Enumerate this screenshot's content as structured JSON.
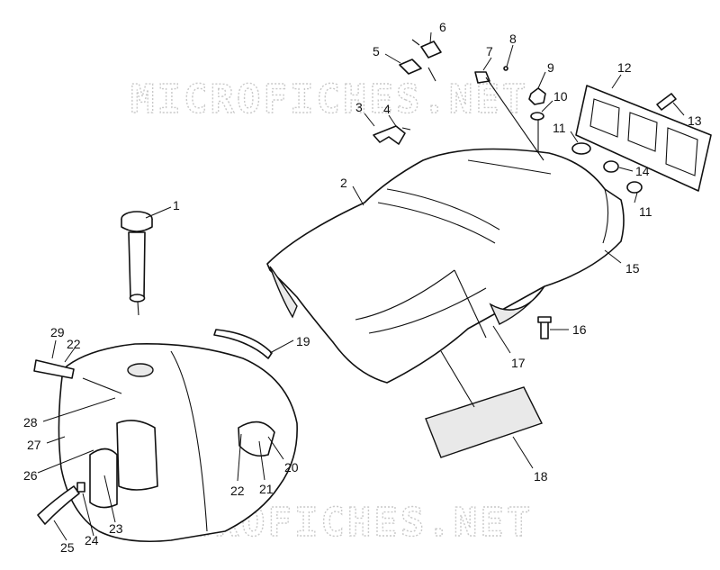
{
  "watermark": "MICROFICHES.NET",
  "callouts": [
    {
      "id": "c1",
      "text": "1"
    },
    {
      "id": "c2",
      "text": "2"
    },
    {
      "id": "c3",
      "text": "3"
    },
    {
      "id": "c4",
      "text": "4"
    },
    {
      "id": "c5",
      "text": "5"
    },
    {
      "id": "c6",
      "text": "6"
    },
    {
      "id": "c7",
      "text": "7"
    },
    {
      "id": "c8",
      "text": "8"
    },
    {
      "id": "c9",
      "text": "9"
    },
    {
      "id": "c10",
      "text": "10"
    },
    {
      "id": "c11a",
      "text": "11"
    },
    {
      "id": "c11b",
      "text": "11"
    },
    {
      "id": "c12",
      "text": "12"
    },
    {
      "id": "c13",
      "text": "13"
    },
    {
      "id": "c14",
      "text": "14"
    },
    {
      "id": "c15",
      "text": "15"
    },
    {
      "id": "c16",
      "text": "16"
    },
    {
      "id": "c17",
      "text": "17"
    },
    {
      "id": "c18",
      "text": "18"
    },
    {
      "id": "c19",
      "text": "19"
    },
    {
      "id": "c20",
      "text": "20"
    },
    {
      "id": "c21",
      "text": "21"
    },
    {
      "id": "c22a",
      "text": "22"
    },
    {
      "id": "c22b",
      "text": "22"
    },
    {
      "id": "c23",
      "text": "23"
    },
    {
      "id": "c24",
      "text": "24"
    },
    {
      "id": "c25",
      "text": "25"
    },
    {
      "id": "c26",
      "text": "26"
    },
    {
      "id": "c27",
      "text": "27"
    },
    {
      "id": "c28",
      "text": "28"
    },
    {
      "id": "c29",
      "text": "29"
    }
  ]
}
